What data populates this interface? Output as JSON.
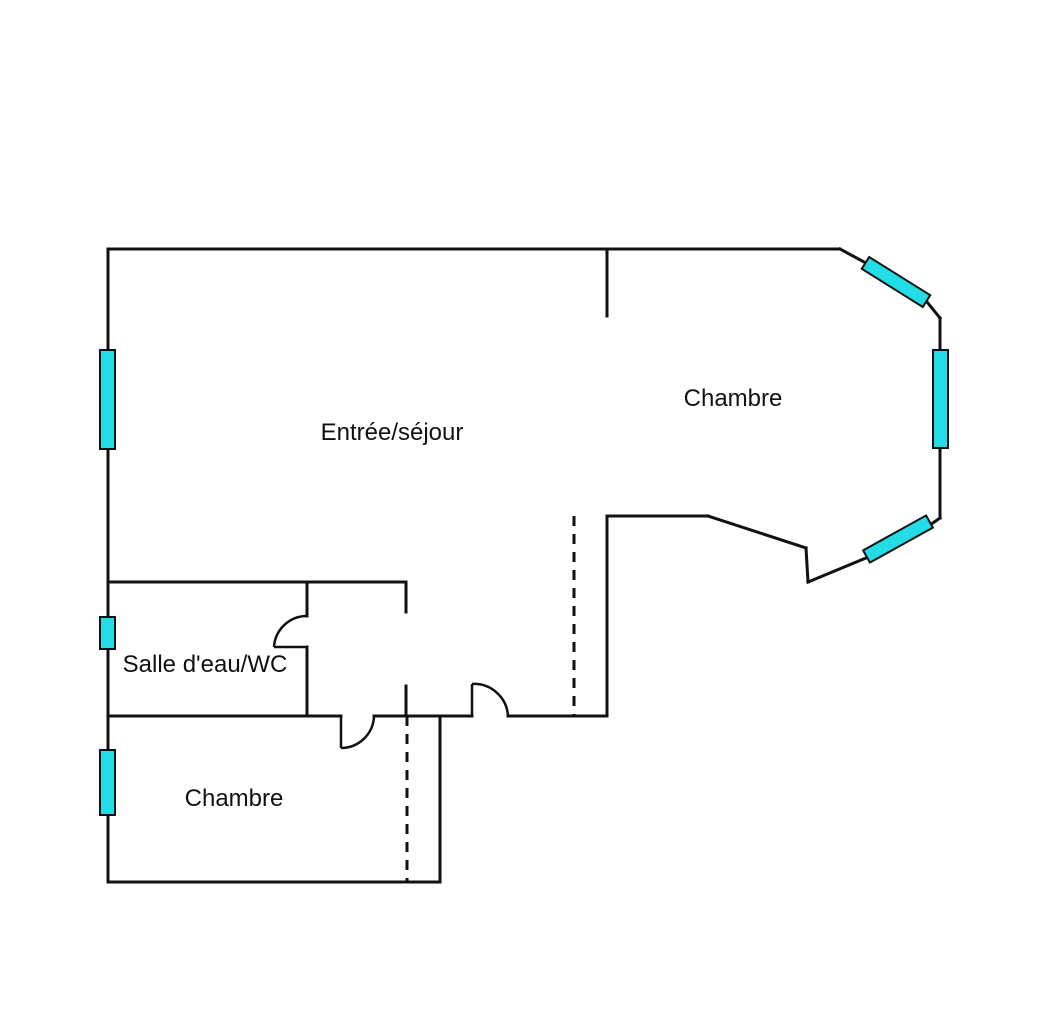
{
  "rooms": {
    "living": {
      "label": "Entrée/séjour"
    },
    "bedroom_east": {
      "label": "Chambre"
    },
    "bathroom": {
      "label": "Salle d'eau/WC"
    },
    "bedroom_south": {
      "label": "Chambre"
    }
  },
  "colors": {
    "window": "#22dde6",
    "wall": "#111111"
  }
}
